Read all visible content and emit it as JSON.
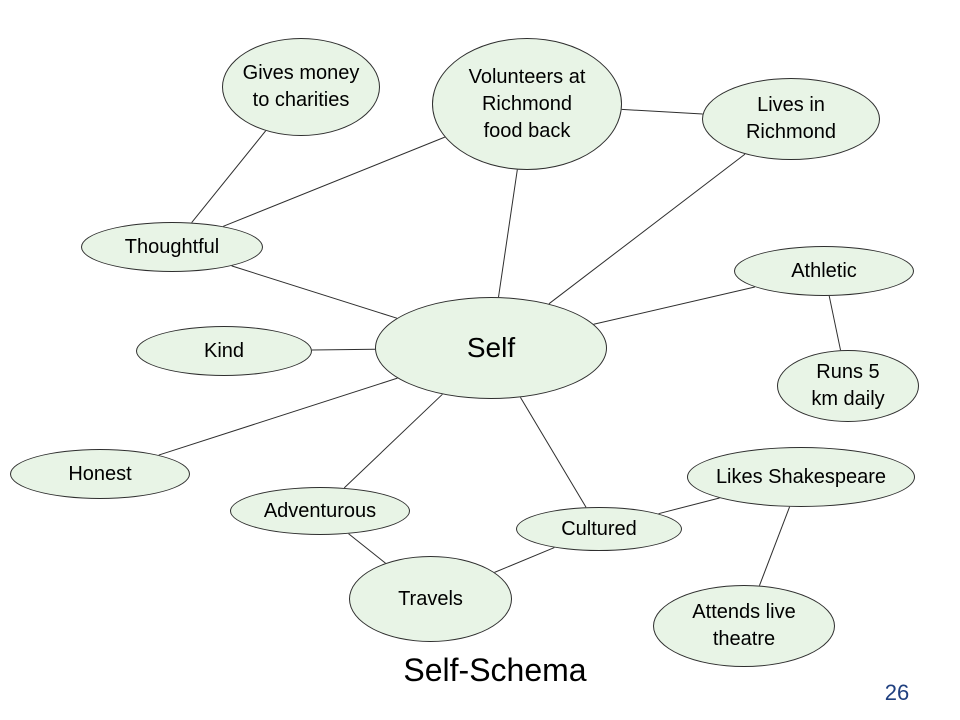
{
  "diagram": {
    "nodes": [
      {
        "id": "self",
        "label": "Self"
      },
      {
        "id": "gives-money",
        "label": "Gives money\nto charities"
      },
      {
        "id": "volunteers",
        "label": "Volunteers at\nRichmond\nfood back"
      },
      {
        "id": "lives-in-richmond",
        "label": "Lives in\nRichmond"
      },
      {
        "id": "thoughtful",
        "label": "Thoughtful"
      },
      {
        "id": "athletic",
        "label": "Athletic"
      },
      {
        "id": "kind",
        "label": "Kind"
      },
      {
        "id": "runs-5km",
        "label": "Runs 5\nkm daily"
      },
      {
        "id": "honest",
        "label": "Honest"
      },
      {
        "id": "likes-shakespeare",
        "label": "Likes Shakespeare"
      },
      {
        "id": "adventurous",
        "label": "Adventurous"
      },
      {
        "id": "cultured",
        "label": "Cultured"
      },
      {
        "id": "travels",
        "label": "Travels"
      },
      {
        "id": "attends-theatre",
        "label": "Attends live\ntheatre"
      }
    ],
    "edges": [
      [
        "self",
        "thoughtful"
      ],
      [
        "self",
        "kind"
      ],
      [
        "self",
        "honest"
      ],
      [
        "self",
        "adventurous"
      ],
      [
        "self",
        "cultured"
      ],
      [
        "self",
        "athletic"
      ],
      [
        "self",
        "lives-in-richmond"
      ],
      [
        "self",
        "volunteers"
      ],
      [
        "thoughtful",
        "gives-money"
      ],
      [
        "thoughtful",
        "volunteers"
      ],
      [
        "volunteers",
        "lives-in-richmond"
      ],
      [
        "athletic",
        "runs-5km"
      ],
      [
        "adventurous",
        "travels"
      ],
      [
        "travels",
        "cultured"
      ],
      [
        "cultured",
        "likes-shakespeare"
      ],
      [
        "likes-shakespeare",
        "attends-theatre"
      ]
    ]
  },
  "title": "Self-Schema",
  "page_number": "26"
}
